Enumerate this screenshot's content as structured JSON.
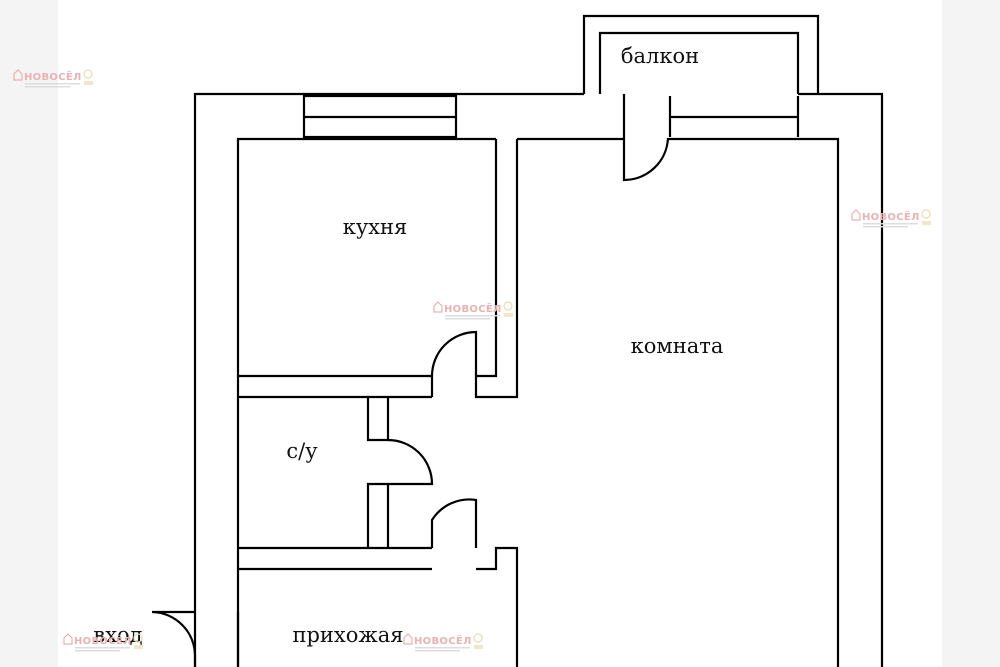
{
  "rooms": {
    "balcony": "балкон",
    "kitchen": "кухня",
    "room": "комната",
    "bathroom": "с/у",
    "entrance": "вход",
    "hallway": "прихожая"
  },
  "watermark": {
    "brand": "НОВОСЁЛ",
    "icon": "house-logo-icon",
    "badge_icon": "award-badge-icon"
  },
  "colors": {
    "wall_line": "#000000",
    "background": "#ffffff",
    "side_strip": "#f4f4f4",
    "watermark": "#e8b2b2"
  }
}
